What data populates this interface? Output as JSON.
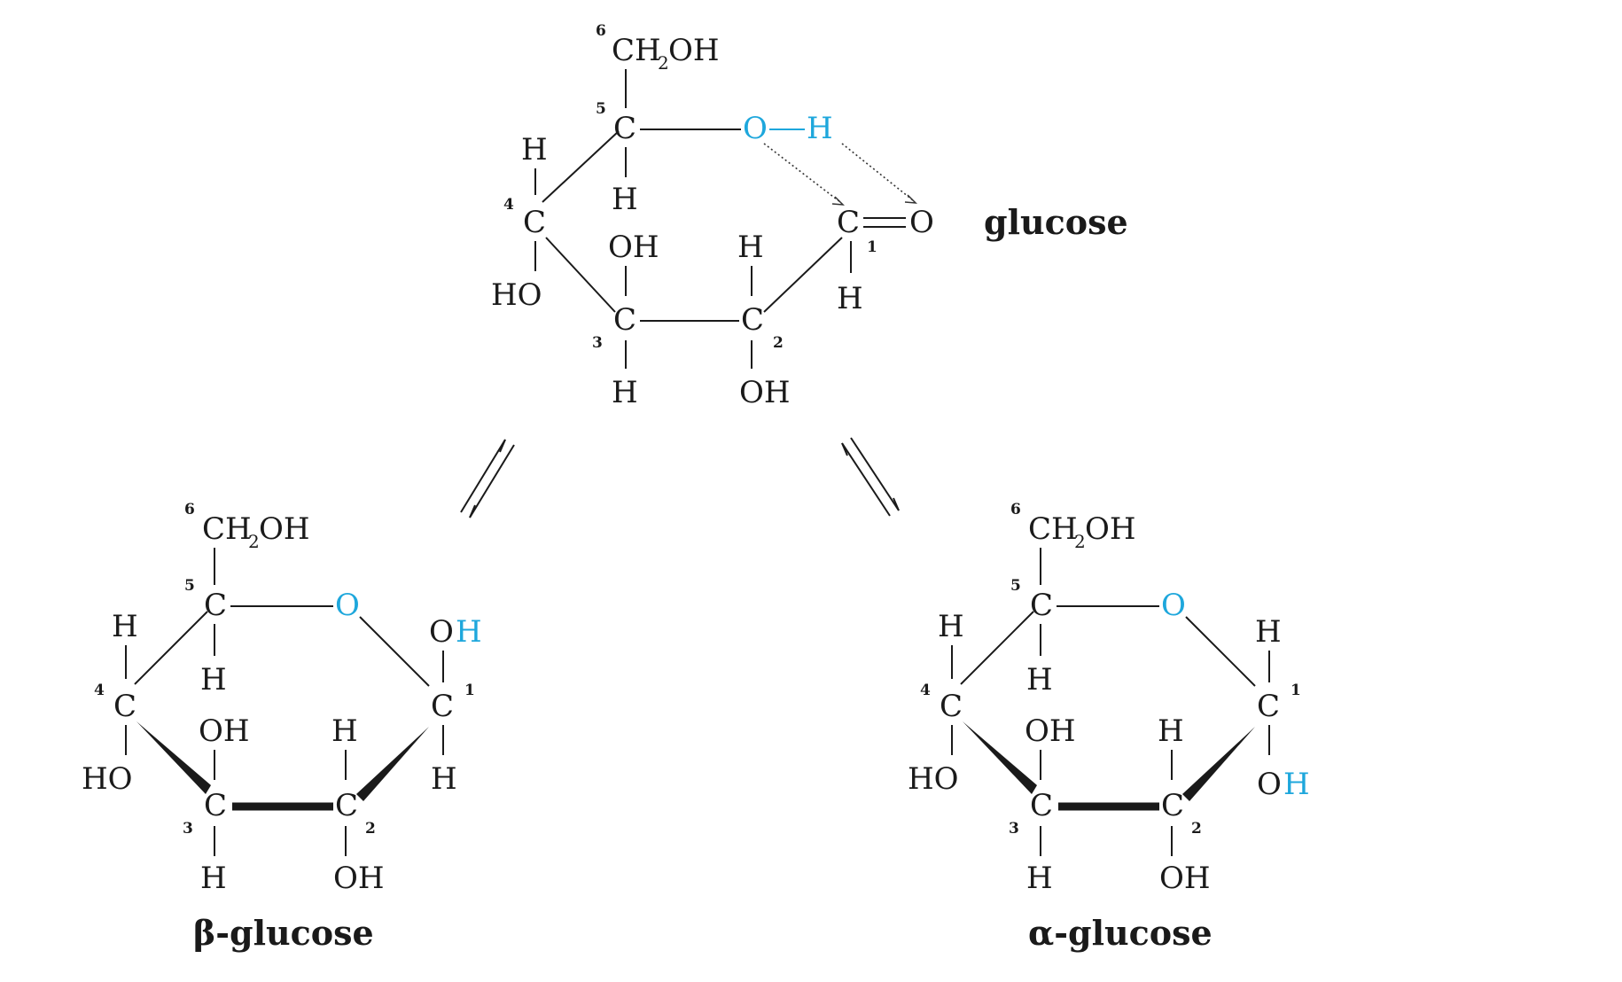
{
  "labels": {
    "glucose": "glucose",
    "beta": "β-glucose",
    "alpha": "α-glucose"
  },
  "atoms": {
    "ch2oh_main": "CH",
    "ch2oh_sub": "2",
    "ch2oh_end": "OH",
    "C": "C",
    "H": "H",
    "OH": "OH",
    "HO": "HO",
    "O": "O",
    "ring_O": "O",
    "chain_O": "O",
    "chain_H": "H",
    "anomeric_O": "O",
    "anomeric_H": "H",
    "carbonyl_O": "O"
  },
  "carbon_numbers": {
    "c1": "1",
    "c2": "2",
    "c3": "3",
    "c4": "4",
    "c5": "5",
    "c6": "6"
  },
  "colors": {
    "highlight": "#1ea7dc",
    "ink": "#1a1a1a"
  }
}
